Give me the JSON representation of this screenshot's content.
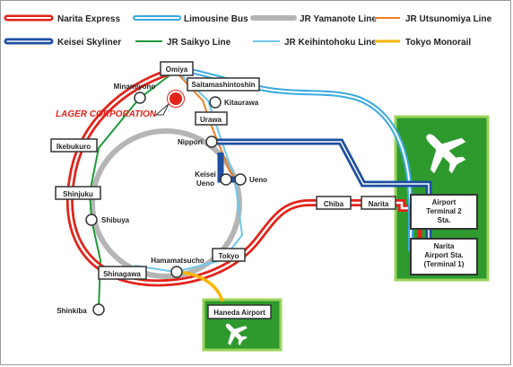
{
  "legend": [
    {
      "label": "Narita Express",
      "color": "#e2231a",
      "style": "double"
    },
    {
      "label": "Limousine Bus",
      "color": "#3aa9e0",
      "style": "double"
    },
    {
      "label": "JR Yamanote Line",
      "color": "#b5b5b5",
      "style": "single"
    },
    {
      "label": "JR Utsunomiya Line",
      "color": "#ef7d22",
      "style": "single"
    },
    {
      "label": "Keisei Skyliner",
      "color": "#1e4fa0",
      "style": "double"
    },
    {
      "label": "JR Saikyo Line",
      "color": "#1f9a3a",
      "style": "single"
    },
    {
      "label": "JR Keihintohoku Line",
      "color": "#6cc8ec",
      "style": "single"
    },
    {
      "label": "Tokyo Monorail",
      "color": "#f7b500",
      "style": "single"
    }
  ],
  "stations": {
    "omiya": "Omiya",
    "minamiyono": "Minamiyono",
    "saitamashintoshin": "Saitamashintoshin",
    "kitaurawa": "Kitaurawa",
    "urawa": "Urawa",
    "nippori": "Nippori",
    "ikebukuro": "Ikebukuro",
    "keisei_ueno_1": "Keisei",
    "keisei_ueno_2": "Ueno",
    "ueno": "Ueno",
    "shinjuku": "Shinjuku",
    "shibuya": "Shibuya",
    "chiba": "Chiba",
    "narita": "Narita",
    "hamamatsucho": "Hamamatsucho",
    "tokyo": "Tokyo",
    "shinagawa": "Shinagawa",
    "shinkiba": "Shinkiba"
  },
  "lager": "LAGER CORPORATION",
  "airport_t2": {
    "line1": "Airport",
    "line2": "Terminal 2",
    "line3": "Sta."
  },
  "airport_t1": {
    "line1": "Narita",
    "line2": "Airport Sta.",
    "line3": "(Terminal 1)"
  },
  "haneda": "Haneda Airport",
  "colors": {
    "narita_express": "#e2231a",
    "limousine": "#3aa9e0",
    "yamanote": "#b5b5b5",
    "utsunomiya": "#ef7d22",
    "skyliner": "#1e4fa0",
    "saikyo": "#1f9a3a",
    "keihintohoku": "#6cc8ec",
    "monorail": "#f7b500",
    "airport_green": "#2e9a2e",
    "airport_border": "#9ad35a"
  }
}
